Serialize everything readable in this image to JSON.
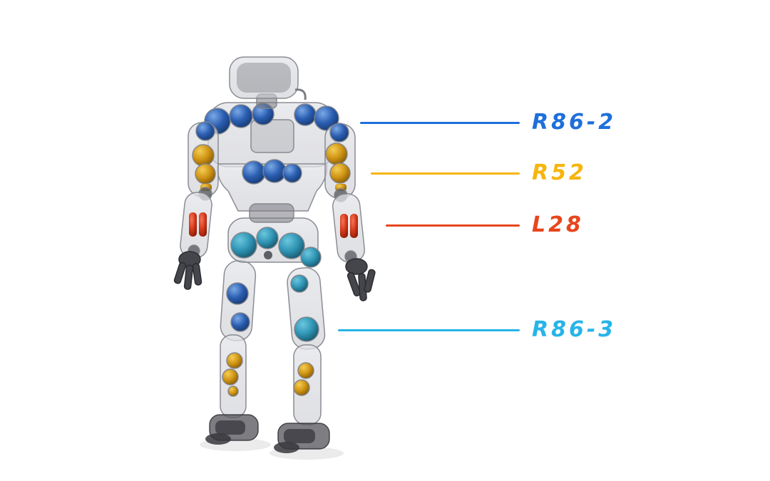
{
  "figure": {
    "subject": "Transparent back view of a humanoid robot showing internal actuators",
    "actuator_colors": {
      "shoulder_blue": "#2a5db0",
      "arm_gold": "#cf9414",
      "forearm_red": "#d63a1a",
      "leg_teal": "#2f94b4"
    }
  },
  "labels": [
    {
      "text": "R86-2",
      "color": "#1e6fdb",
      "points_to": "shoulder actuator"
    },
    {
      "text": "R52",
      "color": "#f7b50c",
      "points_to": "upper-arm actuator"
    },
    {
      "text": "L28",
      "color": "#e8451c",
      "points_to": "forearm actuator"
    },
    {
      "text": "R86-3",
      "color": "#27b4e8",
      "points_to": "knee actuator"
    }
  ]
}
